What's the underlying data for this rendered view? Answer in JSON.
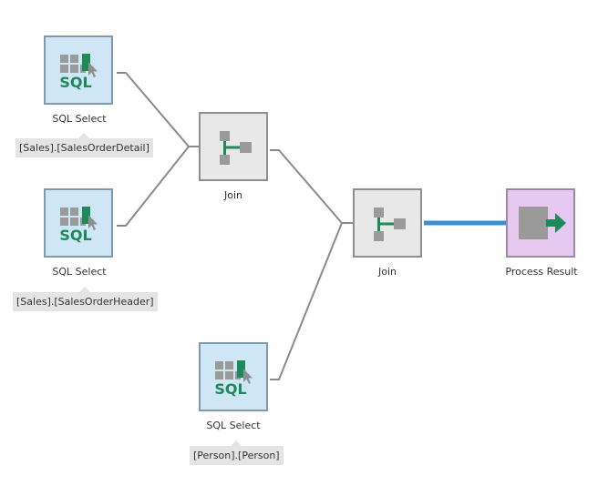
{
  "nodes": {
    "sql1": {
      "label": "SQL Select",
      "icon": "sql-select-icon",
      "table": "[Sales].[SalesOrderDetail]"
    },
    "sql2": {
      "label": "SQL Select",
      "icon": "sql-select-icon",
      "table": "[Sales].[SalesOrderHeader]"
    },
    "sql3": {
      "label": "SQL Select",
      "icon": "sql-select-icon",
      "table": "[Person].[Person]"
    },
    "join1": {
      "label": "Join",
      "icon": "join-icon"
    },
    "join2": {
      "label": "Join",
      "icon": "join-icon"
    },
    "result": {
      "label": "Process Result",
      "icon": "process-result-icon"
    }
  },
  "icon_text": {
    "sql": "SQL"
  },
  "colors": {
    "sql_bg": "#cfe6f5",
    "join_bg": "#e8e8e8",
    "result_bg": "#e6c8f0",
    "accent_green": "#1e8a5a",
    "active_link": "#3b8ed0",
    "connector": "#8a8a8a"
  }
}
